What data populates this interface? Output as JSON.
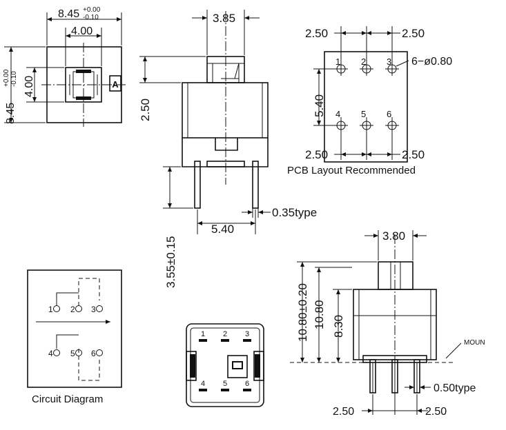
{
  "top_view": {
    "width_dim": "8.45",
    "width_tol_upper": "+0.00",
    "width_tol_lower": "-0.10",
    "inner_width_dim": "4.00",
    "height_dim": "8.45",
    "height_tol_upper": "+0.00",
    "height_tol_lower": "-0.10",
    "inner_height_dim": "4.00",
    "marker": "A"
  },
  "side_view": {
    "plunger_width": "3.85",
    "plunger_height": "2.50",
    "pin_length": "3.55±0.15",
    "pin_spacing": "5.40",
    "pin_thickness": "0.35type"
  },
  "pcb_layout": {
    "pitch_top_left": "2.50",
    "pitch_top_right": "2.50",
    "pitch_bottom_left": "2.50",
    "pitch_bottom_right": "2.50",
    "row_spacing": "5.40",
    "hole_spec": "6−ø0.80",
    "pins_top": [
      "1",
      "2",
      "3"
    ],
    "pins_bottom": [
      "4",
      "5",
      "6"
    ],
    "caption": "PCB Layout Recommended"
  },
  "circuit": {
    "pins_top": [
      "1",
      "2",
      "3"
    ],
    "pins_bottom": [
      "4",
      "5",
      "6"
    ],
    "caption": "Circuit Diagram"
  },
  "bottom_view": {
    "pins_top": [
      "1",
      "2",
      "3"
    ],
    "pins_bottom": [
      "4",
      "5",
      "6"
    ]
  },
  "front_view": {
    "plunger_width": "3.80",
    "total_height": "10.80±0.20",
    "body_height_a": "10.80",
    "body_height_b": "8.30",
    "mount_label": "MOUN",
    "pin_thickness": "0.50type",
    "pitch_left": "2.50",
    "pitch_right": "2.50"
  }
}
